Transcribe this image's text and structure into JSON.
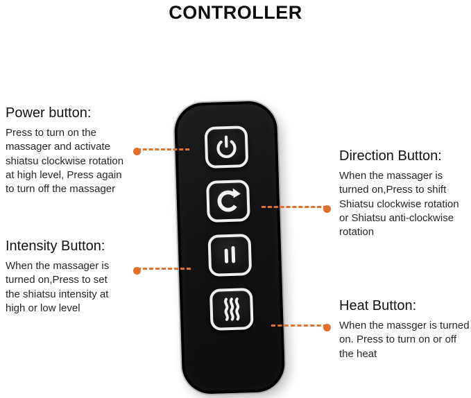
{
  "title": "CONTROLLER",
  "accent_color": "#E2702A",
  "remote_color": "#141414",
  "button_outline_color": "#EFEFEF",
  "icons": {
    "power": "power-icon",
    "direction": "rotate-arrow-icon",
    "intensity": "intensity-bars-icon",
    "heat": "heat-waves-icon"
  },
  "annotations": {
    "power": {
      "heading": "Power button:",
      "body": "Press to turn on the\nmassager and activate\nshiatsu clockwise rotation\nat high level, Press again\nto turn off the massager"
    },
    "direction": {
      "heading": "Direction Button:",
      "body": "When the massager is\nturned on,Press to shift\nShiatsu clockwise rotation\nor Shiatsu anti-clockwise\nrotation"
    },
    "intensity": {
      "heading": "Intensity Button:",
      "body": "When the massager is\nturned on,Press to set\nthe shiatsu intensity at\nhigh or low level"
    },
    "heat": {
      "heading": "Heat Button:",
      "body": "When the massger is turned\non. Press to turn on or off\nthe heat"
    }
  }
}
